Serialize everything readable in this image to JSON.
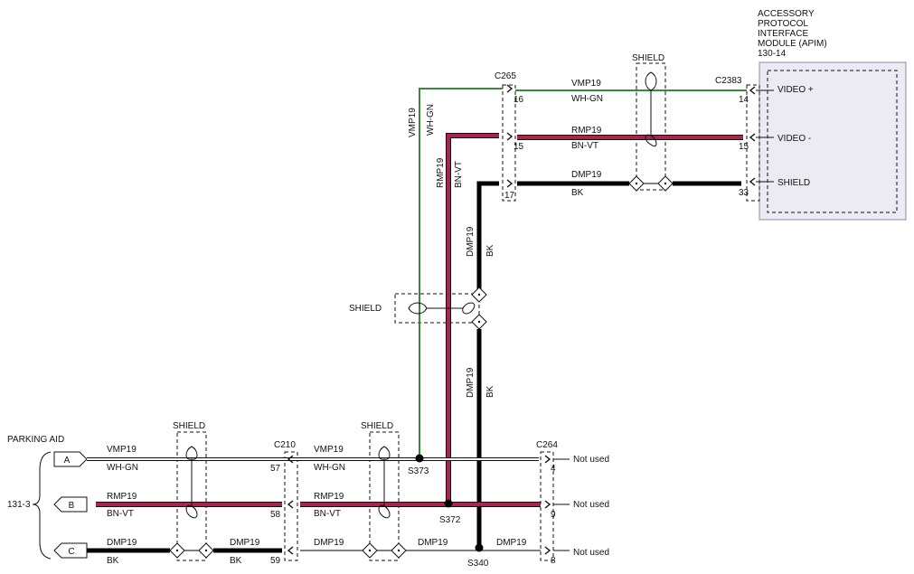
{
  "apim": {
    "title_lines": [
      "ACCESSORY",
      "PROTOCOL",
      "INTERFACE",
      "MODULE (APIM)",
      "130-14"
    ],
    "pins": [
      "VIDEO +",
      "VIDEO -",
      "SHIELD"
    ],
    "pin_numbers": [
      "14",
      "15",
      "33"
    ]
  },
  "parking_aid": {
    "title": "PARKING AID",
    "ref": "131-3",
    "pins": [
      "A",
      "B",
      "C"
    ]
  },
  "connectors": {
    "c265": "C265",
    "c265_pins": [
      "16",
      "15",
      "17"
    ],
    "c2383": "C2383",
    "c210": "C210",
    "c210_pins": [
      "57",
      "58",
      "59"
    ],
    "c264": "C264",
    "c264_pins": [
      "4",
      "9",
      "8"
    ]
  },
  "splices": {
    "s373": "S373",
    "s372": "S372",
    "s340": "S340"
  },
  "shield_label": "SHIELD",
  "not_used": "Not used",
  "circuits": {
    "vmp": "VMP19",
    "vmp_color": "WH-GN",
    "rmp": "RMP19",
    "rmp_color": "BN-VT",
    "dmp": "DMP19",
    "dmp_color": "BK"
  },
  "colors": {
    "green_wire": "#3a8a3a",
    "red_wire": "#a8264a",
    "black_wire": "#000000",
    "apim_fill": "#ecebf3"
  }
}
